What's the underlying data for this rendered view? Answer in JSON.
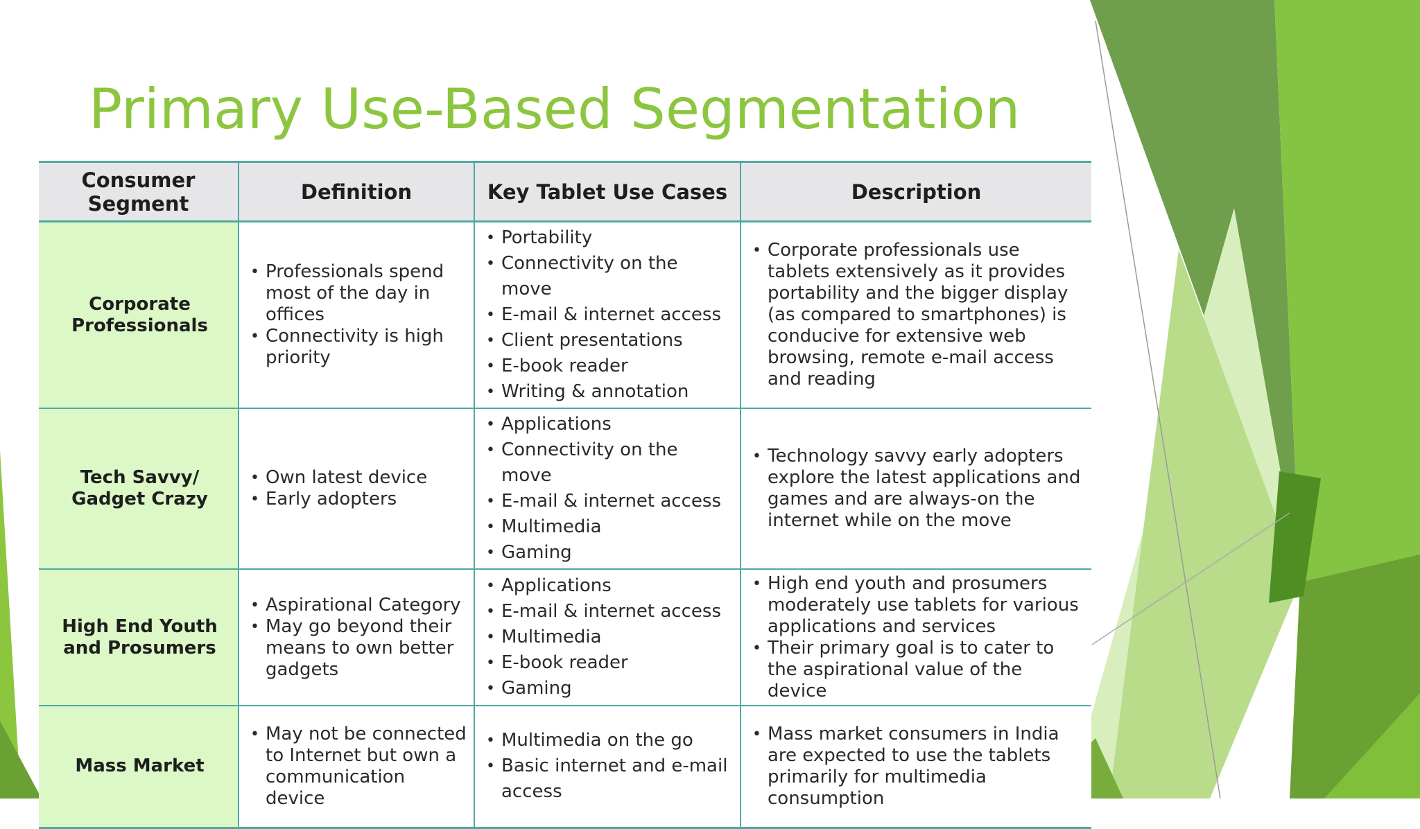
{
  "title": "Primary Use-Based Segmentation",
  "colors": {
    "title": "#8cc63f",
    "header_bg": "#e6e6e8",
    "segment_bg": "#dcf8c6",
    "border": "#4fa9a1",
    "accent_greens": [
      "#8cc63f",
      "#6fa83a",
      "#4e8e23",
      "#a4d65e",
      "#d6eeb6"
    ]
  },
  "table": {
    "headers": [
      "Consumer Segment",
      "Definition",
      "Key Tablet Use Cases",
      "Description"
    ],
    "rows": [
      {
        "segment": "Corporate Professionals",
        "definition": [
          "Professionals spend most of the day in offices",
          "Connectivity is high priority"
        ],
        "use_cases": [
          "Portability",
          "Connectivity on the move",
          "E-mail & internet access",
          "Client presentations",
          "E-book reader",
          "Writing & annotation"
        ],
        "description": [
          "Corporate professionals use tablets extensively as it provides portability and the bigger display (as compared to smartphones) is conducive for extensive web browsing, remote e-mail access and reading"
        ]
      },
      {
        "segment": "Tech Savvy/ Gadget Crazy",
        "definition": [
          "Own latest device",
          "Early adopters"
        ],
        "use_cases": [
          "Applications",
          "Connectivity on the move",
          "E-mail & internet access",
          "Multimedia",
          "Gaming"
        ],
        "description": [
          "Technology savvy early adopters explore the latest applications and games and are always-on the internet while on the move"
        ]
      },
      {
        "segment": "High End Youth and Prosumers",
        "definition": [
          "Aspirational Category",
          "May go beyond their means to own better gadgets"
        ],
        "use_cases": [
          "Applications",
          "E-mail & internet access",
          "Multimedia",
          "E-book reader",
          "Gaming"
        ],
        "description": [
          "High end youth and prosumers moderately use tablets for various applications and services",
          "Their primary goal is to cater to the aspirational value of the device"
        ]
      },
      {
        "segment": "Mass Market",
        "definition": [
          "May not be connected to Internet but own a communication device"
        ],
        "use_cases": [
          "Multimedia on the go",
          "Basic internet and e-mail access"
        ],
        "description": [
          "Mass market consumers in India are expected to use the tablets primarily for multimedia consumption"
        ]
      }
    ]
  }
}
